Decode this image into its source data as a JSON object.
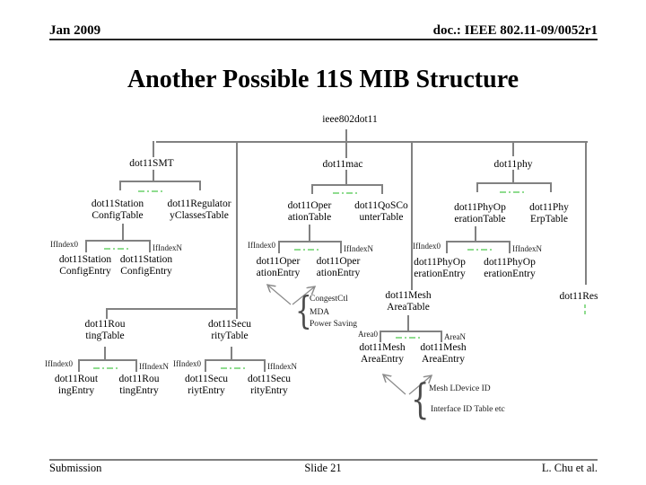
{
  "header": {
    "date": "Jan 2009",
    "doc": "doc.: IEEE 802.11-09/0052r1"
  },
  "title": "Another Possible 11S MIB Structure",
  "footer": {
    "left": "Submission",
    "center": "Slide 21",
    "right": "L. Chu et al."
  },
  "colors": {
    "tree_line": "#818181",
    "ellipsis_green": "#8fdc8f",
    "text": "#000000"
  },
  "labels": {
    "ifIndex0": "IfIndex0",
    "ifIndexN": "IfIndexN",
    "area0": "Area0",
    "areaN": "AreaN"
  },
  "annotations": {
    "oper_entry_items": [
      "CongestCtl",
      "MDA",
      "Power Saving"
    ],
    "mesh_entry_items": [
      "Mesh LDevice ID",
      "Interface ID Table etc"
    ]
  },
  "nodes": {
    "root": "ieee802dot11",
    "smt": "dot11SMT",
    "mac": "dot11mac",
    "phy": "dot11phy",
    "res": "dot11Res",
    "stationTable": {
      "l1": "dot11Station",
      "l2": "ConfigTable"
    },
    "regulatoryTable": {
      "l1": "dot11Regulator",
      "l2": "yClassesTable"
    },
    "operTable": {
      "l1": "dot11Oper",
      "l2": "ationTable"
    },
    "qosTable": {
      "l1": "dot11QoSCo",
      "l2": "unterTable"
    },
    "phyOpTable": {
      "l1": "dot11PhyOp",
      "l2": "erationTable"
    },
    "phyErpTable": {
      "l1": "dot11Phy",
      "l2": "ErpTable"
    },
    "stationEntryA": {
      "l1": "dot11Station",
      "l2": "ConfigEntry"
    },
    "stationEntryB": {
      "l1": "dot11Station",
      "l2": "ConfigEntry"
    },
    "operEntryA": {
      "l1": "dot11Oper",
      "l2": "ationEntry"
    },
    "operEntryB": {
      "l1": "dot11Oper",
      "l2": "ationEntry"
    },
    "phyOpEntryA": {
      "l1": "dot11PhyOp",
      "l2": "erationEntry"
    },
    "phyOpEntryB": {
      "l1": "dot11PhyOp",
      "l2": "erationEntry"
    },
    "routingTable": {
      "l1": "dot11Rou",
      "l2": "tingTable"
    },
    "securityTable": {
      "l1": "dot11Secu",
      "l2": "rityTable"
    },
    "routingEntryA": {
      "l1": "dot11Rout",
      "l2": "ingEntry"
    },
    "routingEntryB": {
      "l1": "dot11Rou",
      "l2": "tingEntry"
    },
    "securityEntryA": {
      "l1": "dot11Secu",
      "l2": "riytEntry"
    },
    "securityEntryB": {
      "l1": "dot11Secu",
      "l2": "rityEntry"
    },
    "meshTable": {
      "l1": "dot11Mesh",
      "l2": "AreaTable"
    },
    "meshEntryA": {
      "l1": "dot11Mesh",
      "l2": "AreaEntry"
    },
    "meshEntryB": {
      "l1": "dot11Mesh",
      "l2": "AreaEntry"
    }
  }
}
